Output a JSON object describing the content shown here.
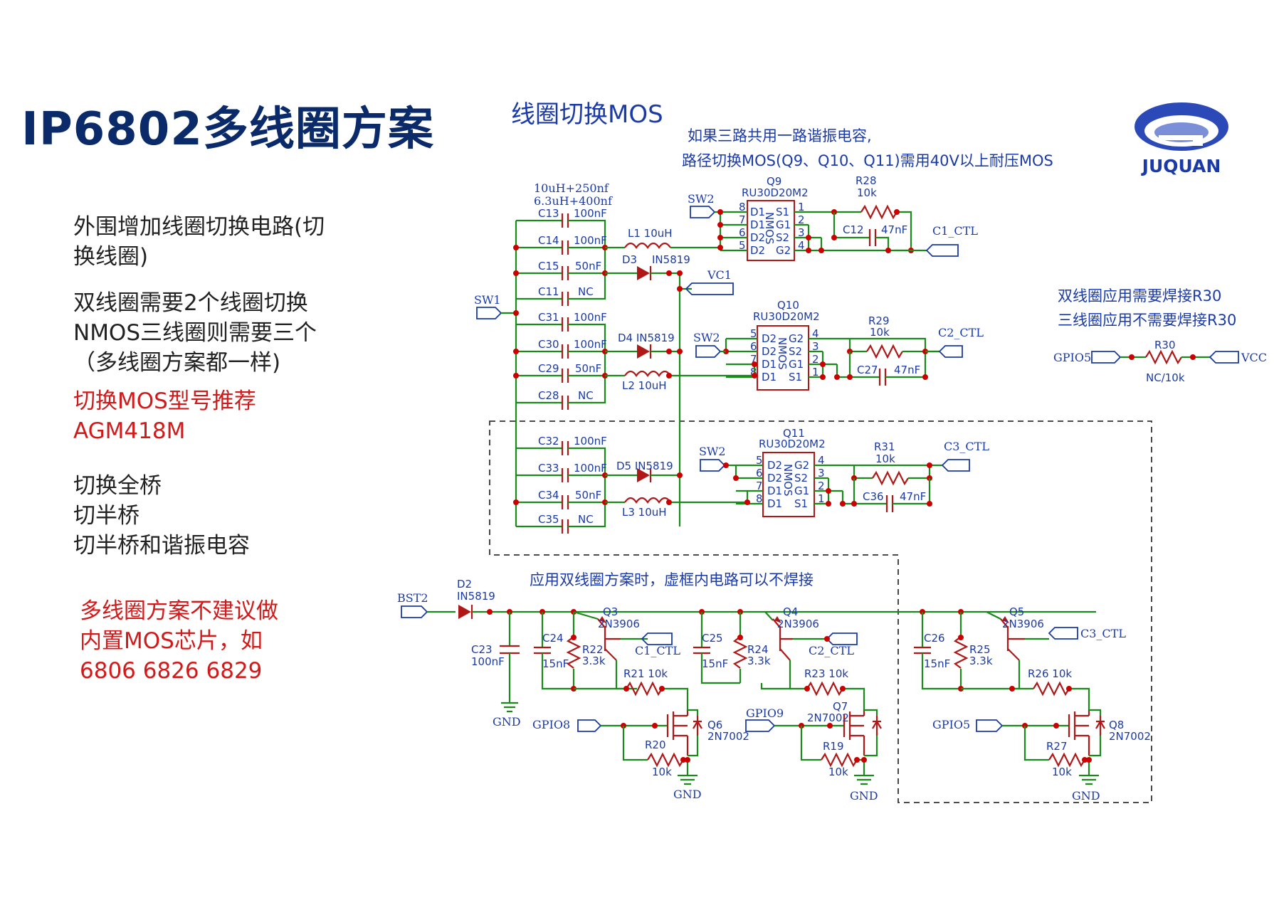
{
  "title": "IP6802多线圈方案",
  "left_notes": {
    "block1": [
      "外围增加线圈切换电路(切",
      "换线圈)"
    ],
    "block2": [
      "双线圈需要2个线圈切换",
      "NMOS三线圈则需要三个",
      "（多线圈方案都一样)"
    ],
    "block3": [
      "切换MOS型号推荐",
      "AGM418M"
    ],
    "block4": [
      "切换全桥",
      "切半桥",
      "切半桥和谐振电容"
    ],
    "block5": [
      "多线圈方案不建议做",
      "内置MOS芯片，如",
      "6806 6826 6829"
    ]
  },
  "logo": {
    "text": "JUQUAN",
    "color": "#1a3aa8"
  },
  "schematic": {
    "heading": "线圈切换MOS",
    "note1": "如果三路共用一路谐振电容,",
    "note2": "路径切换MOS(Q9、Q10、Q11)需用40V以上耐压MOS",
    "note_r30_1": "双线圈应用需要焊接R30",
    "note_r30_2": "三线圈应用不需要焊接R30",
    "note_dashed": "应用双线圈方案时，虚框内电路可以不焊接",
    "coil_label1": "10uH+250nf",
    "coil_label2": "6.3uH+400nf",
    "nets": {
      "sw1": "SW1",
      "sw2": "SW2",
      "vc1": "VC1",
      "bst2": "BST2",
      "c1ctl": "C1_CTL",
      "c2ctl": "C2_CTL",
      "c3ctl": "C3_CTL",
      "gpio5": "GPIO5",
      "gpio8": "GPIO8",
      "gpio9": "GPIO9",
      "vcc": "VCC",
      "gnd": "GND"
    },
    "caps": [
      {
        "ref": "C13",
        "val": "100nF"
      },
      {
        "ref": "C14",
        "val": "100nF"
      },
      {
        "ref": "C15",
        "val": "50nF"
      },
      {
        "ref": "C11",
        "val": "NC"
      },
      {
        "ref": "C31",
        "val": "100nF"
      },
      {
        "ref": "C30",
        "val": "100nF"
      },
      {
        "ref": "C29",
        "val": "50nF"
      },
      {
        "ref": "C28",
        "val": "NC"
      },
      {
        "ref": "C32",
        "val": "100nF"
      },
      {
        "ref": "C33",
        "val": "100nF"
      },
      {
        "ref": "C34",
        "val": "50nF"
      },
      {
        "ref": "C35",
        "val": "NC"
      }
    ],
    "mos": [
      {
        "ref": "Q9",
        "part": "RU30D20M2"
      },
      {
        "ref": "Q10",
        "part": "RU30D20M2"
      },
      {
        "ref": "Q11",
        "part": "RU30D20M2"
      }
    ],
    "mos_pins_a": [
      "D1",
      "D1",
      "D2",
      "D2"
    ],
    "mos_pins_a2": [
      "S1",
      "G1",
      "S2",
      "G2"
    ],
    "mos_pins_b": [
      "D2",
      "D2",
      "D1",
      "D1"
    ],
    "mos_pins_b2": [
      "G2",
      "S2",
      "G1",
      "S1"
    ],
    "mos_body": "NMOS",
    "pin_nums_l": [
      "8",
      "7",
      "6",
      "5"
    ],
    "pin_nums_r": [
      "1",
      "2",
      "3",
      "4"
    ],
    "pin_nums_l2": [
      "5",
      "6",
      "7",
      "8"
    ],
    "pin_nums_r2": [
      "4",
      "3",
      "2",
      "1"
    ],
    "r28": {
      "ref": "R28",
      "val": "10k"
    },
    "r29": {
      "ref": "R29",
      "val": "10k"
    },
    "r31": {
      "ref": "R31",
      "val": "10k"
    },
    "c12": {
      "ref": "C12",
      "val": "47nF"
    },
    "c27": {
      "ref": "C27",
      "val": "47nF"
    },
    "c36": {
      "ref": "C36",
      "val": "47nF"
    },
    "l1": "L1  10uH",
    "l2": "L2  10uH",
    "l3": "L3  10uH",
    "d3": "D3",
    "d3v": "IN5819",
    "d4": "D4 IN5819",
    "d5": "D5  IN5819",
    "d2": "D2",
    "d2v": "IN5819",
    "r30": {
      "ref": "R30",
      "val": "NC/10k"
    },
    "c23": {
      "ref": "C23",
      "val": "100nF"
    },
    "c24": {
      "ref": "C24",
      "val": "15nF"
    },
    "c25": {
      "ref": "C25",
      "val": "15nF"
    },
    "c26": {
      "ref": "C26",
      "val": "15nF"
    },
    "r22": {
      "ref": "R22",
      "val": "3.3k"
    },
    "r24": {
      "ref": "R24",
      "val": "3.3k"
    },
    "r25": {
      "ref": "R25",
      "val": "3.3k"
    },
    "q3": {
      "ref": "Q3",
      "part": "2N3906"
    },
    "q4": {
      "ref": "Q4",
      "part": "2N3906"
    },
    "q5": {
      "ref": "Q5",
      "part": "2N3906"
    },
    "r21": "R21 10k",
    "r23": "R23  10k",
    "r26": "R26  10k",
    "q6": {
      "ref": "Q6",
      "part": "2N7002"
    },
    "q7": {
      "ref": "Q7",
      "part": "2N7002"
    },
    "q8": {
      "ref": "Q8",
      "part": "2N7002"
    },
    "r20": {
      "ref": "R20",
      "val": "10k"
    },
    "r19": {
      "ref": "R19",
      "val": "10k"
    },
    "r27": {
      "ref": "R27",
      "val": "10k"
    }
  },
  "colors": {
    "wire": "#1a8a1a",
    "part": "#b01818",
    "label": "#1a3aa8",
    "junction": "#cc0000"
  }
}
